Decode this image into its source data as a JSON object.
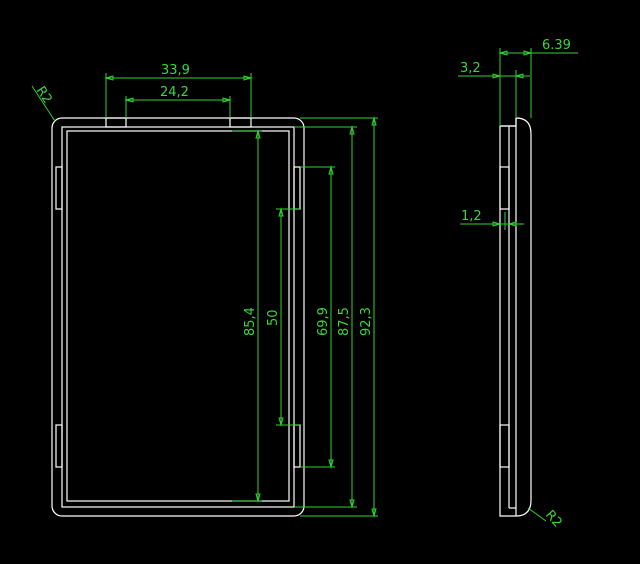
{
  "drawing": {
    "background": "#000000",
    "outline_color": "#ffffff",
    "dimension_color": "#39d63a",
    "front_view": {
      "radius_label": "R2",
      "width_outer": "33,9",
      "width_inner": "24,2",
      "height_inner_screen": "85,4",
      "height_slot": "50",
      "height_side": "69,9",
      "height_mid": "87,5",
      "height_overall": "92,3"
    },
    "side_view": {
      "thickness_total": "6.39",
      "thickness_part": "3,2",
      "step": "1,2",
      "radius_label": "R2"
    }
  }
}
